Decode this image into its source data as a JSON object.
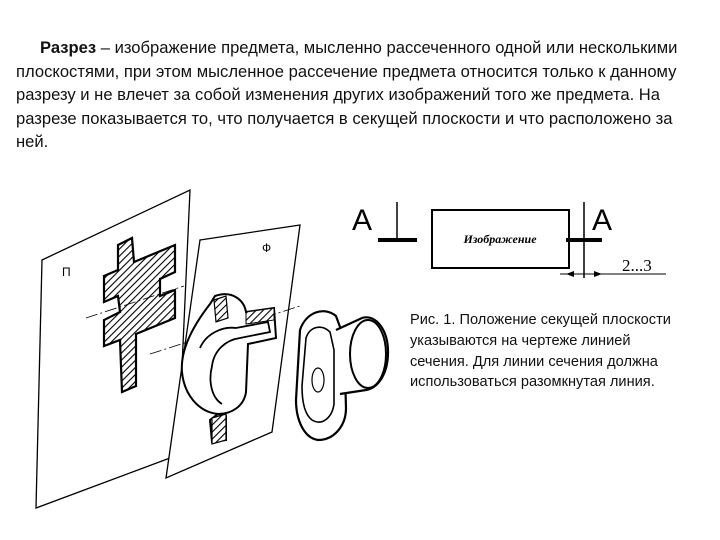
{
  "definition": {
    "term": "Разрез",
    "text": " – изображение предмета, мысленно рассеченного одной или несколькими плоскостями, при этом мысленное рассечение предмета относится только к данному разрезу и не влечет за собой изменения других изображений того же предмета. На разрезе показывается то, что получается в секущей плоскости и что расположено за ней."
  },
  "figure": {
    "plane_labels": [
      "П",
      "Ф"
    ],
    "section_letters": [
      "А",
      "А"
    ],
    "image_box_label": "Изображение",
    "dimension_label": "2...3"
  },
  "caption": {
    "text": "Рис. 1. Положение секущей плоскости указываются на чертеже линией сечения. Для линии сечения должна использоваться разомкнутая линия."
  }
}
